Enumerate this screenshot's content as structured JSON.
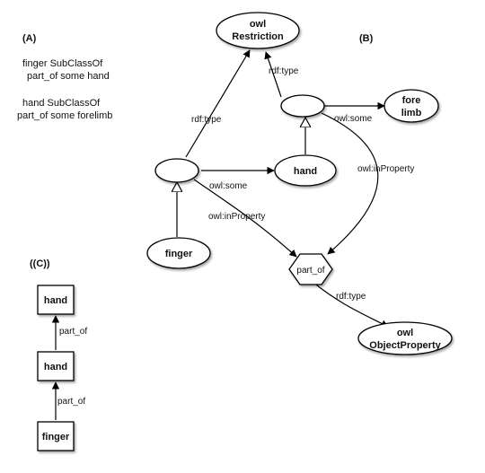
{
  "sections": {
    "a": "(A)",
    "b": "(B)",
    "c": "((C))"
  },
  "axioms": {
    "finger_line1": "finger SubClassOf",
    "finger_line2": "part_of some hand",
    "hand_line1": "hand SubClassOf",
    "hand_line2": "part_of some forelimb"
  },
  "nodes": {
    "owl_restriction_line1": "owl",
    "owl_restriction_line2": "Restriction",
    "forelimb_line1": "fore",
    "forelimb_line2": "limb",
    "hand": "hand",
    "finger": "finger",
    "part_of": "part_of",
    "owl_objectproperty_line1": "owl",
    "owl_objectproperty_line2": "ObjectProperty"
  },
  "edges": {
    "rdf_type_top": "rdf:type",
    "rdf_type_left": "rdf:type",
    "owl_some_top": "owl:some",
    "owl_inproperty_top": "owl:inProperty",
    "owl_some_bottom": "owl:some",
    "owl_inproperty_bottom": "owl:inProperty",
    "rdf_type_part_of": "rdf:type"
  },
  "chain": {
    "top": "hand",
    "middle": "hand",
    "bottom": "finger",
    "edge_upper": "part_of",
    "edge_lower": "part_of"
  }
}
